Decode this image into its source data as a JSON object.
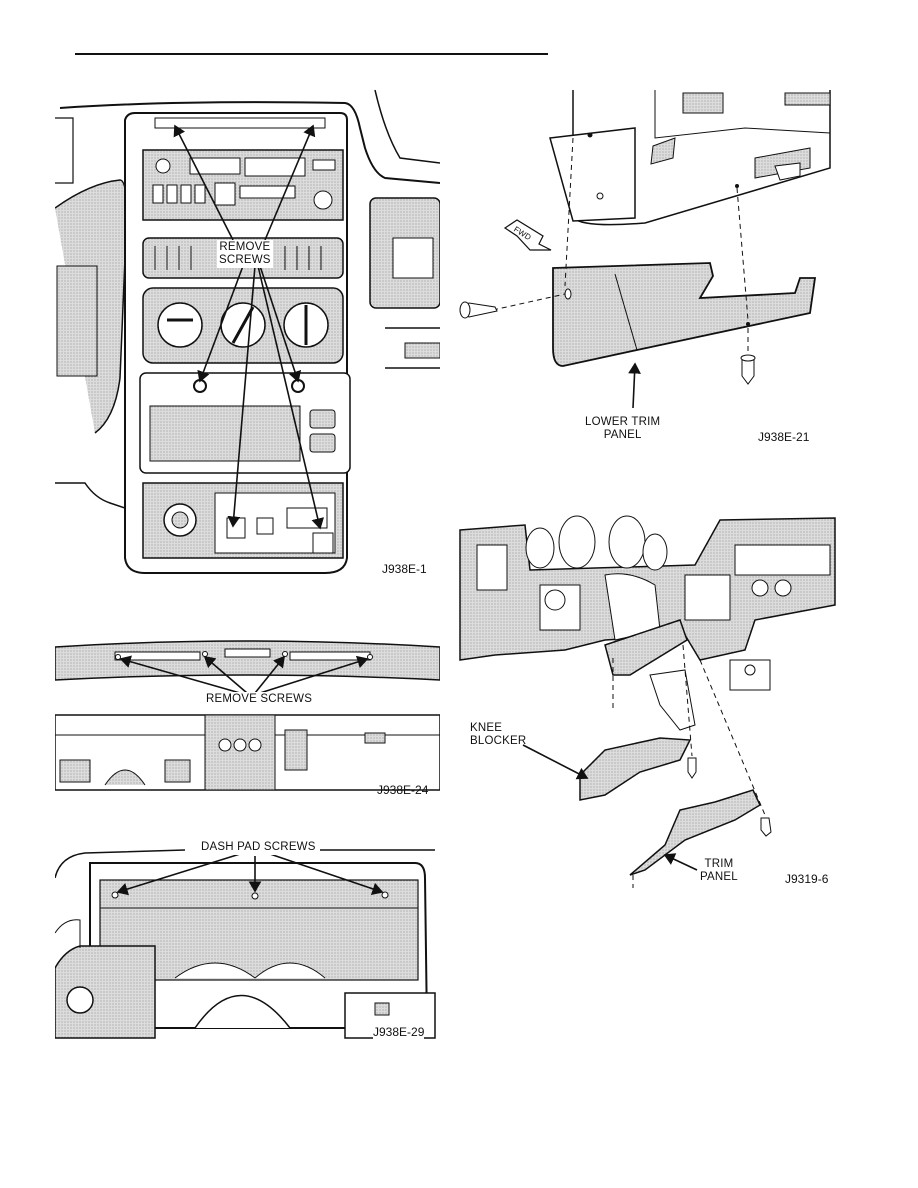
{
  "figures": {
    "center_bezel": {
      "callout_line1": "REMOVE",
      "callout_line2": "SCREWS",
      "code": "J938E-1"
    },
    "lower_trim": {
      "fwd_arrow": "FWD",
      "callout_line1": "LOWER TRIM",
      "callout_line2": "PANEL",
      "code": "J938E-21"
    },
    "top_cover": {
      "callout": "REMOVE SCREWS",
      "code": "J938E-24"
    },
    "knee_blocker": {
      "knee_line1": "KNEE",
      "knee_line2": "BLOCKER",
      "trim_line1": "TRIM",
      "trim_line2": "PANEL",
      "code": "J9319-6"
    },
    "dash_pad": {
      "callout": "DASH PAD SCREWS",
      "code": "J938E-29"
    }
  },
  "colors": {
    "line": "#111111",
    "shade": "#d6d6d6",
    "shade_dark": "#b5b5b5",
    "background": "#ffffff"
  },
  "icons": [
    "screw-icon",
    "fwd-arrow-icon",
    "callout-arrow-icon"
  ]
}
